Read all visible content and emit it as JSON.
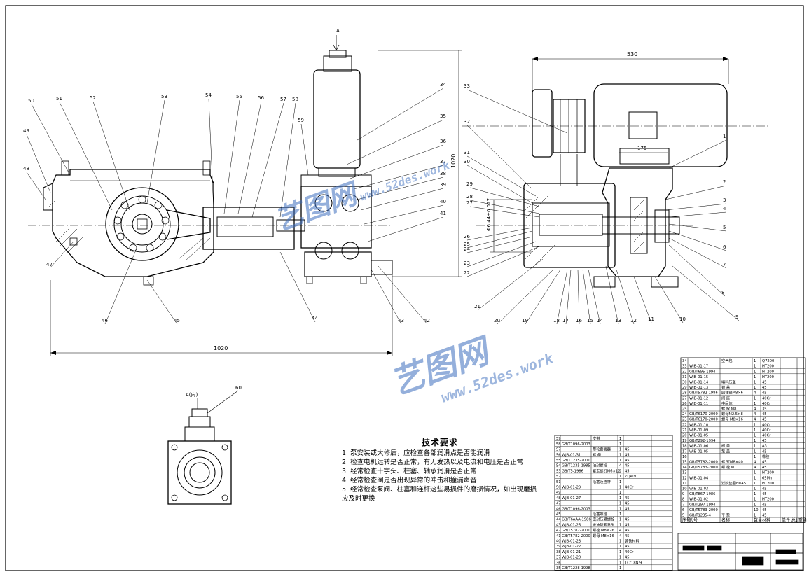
{
  "dimensions": {
    "overall_length": "1020",
    "height": "1020",
    "right_width": "530",
    "motor_offset": "175",
    "diameter": "Φ6.44±0.027"
  },
  "view_label_top": "A",
  "view_label_detail": "A(向)",
  "left_view_callouts": [
    "50",
    "51",
    "52",
    "53",
    "54",
    "55",
    "56",
    "57",
    "58",
    "59",
    "49",
    "48",
    "47",
    "46",
    "45",
    "44",
    "43",
    "42",
    "41",
    "40",
    "39",
    "38",
    "37",
    "36",
    "35",
    "34",
    "60"
  ],
  "right_view_callouts": [
    "33",
    "32",
    "31",
    "30",
    "29",
    "28",
    "27",
    "26",
    "25",
    "24",
    "23",
    "22",
    "21",
    "20",
    "19",
    "18",
    "17",
    "16",
    "15",
    "14",
    "13",
    "12",
    "11",
    "10",
    "9",
    "8",
    "7",
    "6",
    "5",
    "4",
    "3",
    "2",
    "1"
  ],
  "tech_requirements": {
    "title": "技术要求",
    "items": [
      "1.  泵安装或大修后，应检查各部润滑点是否能润滑",
      "2.  检查电机运转是否正常，有无发热以及电流和电压是否正常",
      "3.  经常检查十字头、柱塞、轴承润滑是否正常",
      "4.  经常检查阀是否出现异常的冲击和撞漏声音",
      "5.  经常检查泵阀、柱塞和连杆这些易损件的磨损情况，如出现磨损应及时更换"
    ]
  },
  "bom_right": {
    "rows": [
      {
        "no": "34",
        "code": "",
        "name": "空气包",
        "qty": "1",
        "mat": "Q7200"
      },
      {
        "no": "33",
        "code": "WJB-01-17",
        "name": "",
        "qty": "1",
        "mat": "HT200"
      },
      {
        "no": "32",
        "code": "GB/T695-1994",
        "name": "",
        "qty": "1",
        "mat": "HT200"
      },
      {
        "no": "31",
        "code": "WJB-01-15",
        "name": "",
        "qty": "1",
        "mat": "HT200"
      },
      {
        "no": "30",
        "code": "WJB-01-14",
        "name": "填料压盖",
        "qty": "1",
        "mat": "45"
      },
      {
        "no": "29",
        "code": "WJB-01-13",
        "name": "锁 盖",
        "qty": "1",
        "mat": "45"
      },
      {
        "no": "28",
        "code": "GB/T5782-1986",
        "name": "圆柱销M8×6",
        "qty": "4",
        "mat": "45"
      },
      {
        "no": "27",
        "code": "WJB-01-12",
        "name": "阀 座",
        "qty": "1",
        "mat": "40Cr"
      },
      {
        "no": "26",
        "code": "WJB-01-11",
        "name": "中间体",
        "qty": "1",
        "mat": "40Cr"
      },
      {
        "no": "25",
        "code": "",
        "name": "螺 栓 M8",
        "qty": "4",
        "mat": "35"
      },
      {
        "no": "24",
        "code": "GB/T6170-2000",
        "name": "螺母M2.5×8",
        "qty": "4",
        "mat": "45"
      },
      {
        "no": "23",
        "code": "GB/T6170-2000",
        "name": "螺母 M8×16",
        "qty": "4",
        "mat": "45"
      },
      {
        "no": "22",
        "code": "WJB-01-10",
        "name": "",
        "qty": "1",
        "mat": "40Cr"
      },
      {
        "no": "21",
        "code": "WJB-01-09",
        "name": "",
        "qty": "1",
        "mat": "40Cr"
      },
      {
        "no": "20",
        "code": "WJB-01-05",
        "name": "",
        "qty": "1",
        "mat": "40Cr"
      },
      {
        "no": "19",
        "code": "GB/T292-1994",
        "name": "",
        "qty": "1",
        "mat": "45"
      },
      {
        "no": "18",
        "code": "WJB-01-06",
        "name": "阀 盖",
        "qty": "1",
        "mat": "A3"
      },
      {
        "no": "17",
        "code": "WJB-01-05",
        "name": "泵 盖",
        "qty": "1",
        "mat": "45"
      },
      {
        "no": "16",
        "code": "",
        "name": "",
        "qty": "1",
        "mat": "橡胶"
      },
      {
        "no": "15",
        "code": "GB/T5782-2000",
        "name": "螺 钉M8×40",
        "qty": "4",
        "mat": "45"
      },
      {
        "no": "14",
        "code": "GB/T5783-2000",
        "name": "螺 栓 M",
        "qty": "4",
        "mat": "45"
      },
      {
        "no": "13",
        "code": "",
        "name": "",
        "qty": "1",
        "mat": "HT200"
      },
      {
        "no": "12",
        "code": "WJB-01-04",
        "name": "",
        "qty": "1",
        "mat": "65Mn"
      },
      {
        "no": "11",
        "code": "",
        "name": "滤膜垫圈d=45",
        "qty": "1",
        "mat": "HT200"
      },
      {
        "no": "10",
        "code": "WJB-01-03",
        "name": "",
        "qty": "1",
        "mat": "45"
      },
      {
        "no": "9",
        "code": "GB/T867-1986",
        "name": "",
        "qty": "1",
        "mat": "45"
      },
      {
        "no": "8",
        "code": "WJB-01-02",
        "name": "",
        "qty": "1",
        "mat": "HT200"
      },
      {
        "no": "7",
        "code": "GB/T297-1994",
        "name": "",
        "qty": "1",
        "mat": "45"
      },
      {
        "no": "6",
        "code": "GB/T5783-2000",
        "name": "",
        "qty": "10",
        "mat": "45"
      },
      {
        "no": "5",
        "code": "GB/T1235-4",
        "name": "平 垫",
        "qty": "1",
        "mat": "45"
      }
    ],
    "header": {
      "no": "序号",
      "code": "代号",
      "name": "名称",
      "qty": "数量",
      "mat": "材料",
      "weight": "单件 总计",
      "weight2": "重量"
    }
  },
  "bom_left": {
    "rows": [
      {
        "no": "59",
        "code": "",
        "name": "皮带",
        "qty": "1",
        "mat": ""
      },
      {
        "no": "58",
        "code": "GB/T1096-2003",
        "name": "",
        "qty": "1",
        "mat": ""
      },
      {
        "no": "57",
        "code": "",
        "name": "带轮套管器",
        "qty": "1",
        "mat": "45"
      },
      {
        "no": "56",
        "code": "WJB-01-31",
        "name": "螺 母",
        "qty": "1",
        "mat": "45"
      },
      {
        "no": "55",
        "code": "GB/T1235-2000",
        "name": "",
        "qty": "1",
        "mat": "45"
      },
      {
        "no": "54",
        "code": "GB/T1235-1985",
        "name": "油封螺栓",
        "qty": "4",
        "mat": "45"
      },
      {
        "no": "53",
        "code": "GB/T5-1986",
        "name": "紧定螺钉M6×12",
        "qty": "2",
        "mat": "45"
      },
      {
        "no": "52",
        "code": "",
        "name": "",
        "qty": "1",
        "mat": "ZQAl9"
      },
      {
        "no": "51",
        "code": "",
        "name": "活塞及连杆",
        "qty": "1",
        "mat": ""
      },
      {
        "no": "50",
        "code": "WJB-01-29",
        "name": "",
        "qty": "1",
        "mat": "40Cr"
      },
      {
        "no": "49",
        "code": "",
        "name": "",
        "qty": "1",
        "mat": ""
      },
      {
        "no": "48",
        "code": "WJB-01-27",
        "name": "",
        "qty": "1",
        "mat": "45"
      },
      {
        "no": "47",
        "code": "",
        "name": "",
        "qty": "1",
        "mat": "45"
      },
      {
        "no": "46",
        "code": "GB/T1096-2003",
        "name": "",
        "qty": "1",
        "mat": "45"
      },
      {
        "no": "45",
        "code": "",
        "name": "活塞螺栓",
        "qty": "1",
        "mat": ""
      },
      {
        "no": "44",
        "code": "GB/T6AAA-1986",
        "name": "密封压紧螺栓",
        "qty": "1",
        "mat": "45"
      },
      {
        "no": "43",
        "code": "WJB-01-25",
        "name": "进油管套系头",
        "qty": "1",
        "mat": "45"
      },
      {
        "no": "42",
        "code": "GB/T5782-2000",
        "name": "螺栓 M8×26",
        "qty": "4",
        "mat": "45"
      },
      {
        "no": "41",
        "code": "GB/T5782-2000",
        "name": "螺母 M8×16",
        "qty": "4",
        "mat": "45"
      },
      {
        "no": "40",
        "code": "WJB-01-23",
        "name": "",
        "qty": "1",
        "mat": "铸铁材料"
      },
      {
        "no": "39",
        "code": "WJB-01-22",
        "name": "",
        "qty": "1",
        "mat": "45"
      },
      {
        "no": "38",
        "code": "WJB-01-21",
        "name": "",
        "qty": "1",
        "mat": "40Cr"
      },
      {
        "no": "37",
        "code": "WJB-01-20",
        "name": "",
        "qty": "1",
        "mat": "45"
      },
      {
        "no": "36",
        "code": "",
        "name": "",
        "qty": "1",
        "mat": "1Cr18Ni9"
      },
      {
        "no": "35",
        "code": "GB/T1228-1998",
        "name": "",
        "qty": "1",
        "mat": ""
      }
    ]
  },
  "watermarks": [
    {
      "zh": "艺图网",
      "en": "www.52des.work"
    },
    {
      "zh": "艺图网",
      "en": "www.52des.work"
    }
  ],
  "colors": {
    "line": "#000000",
    "watermark": "#3c6ebe"
  }
}
